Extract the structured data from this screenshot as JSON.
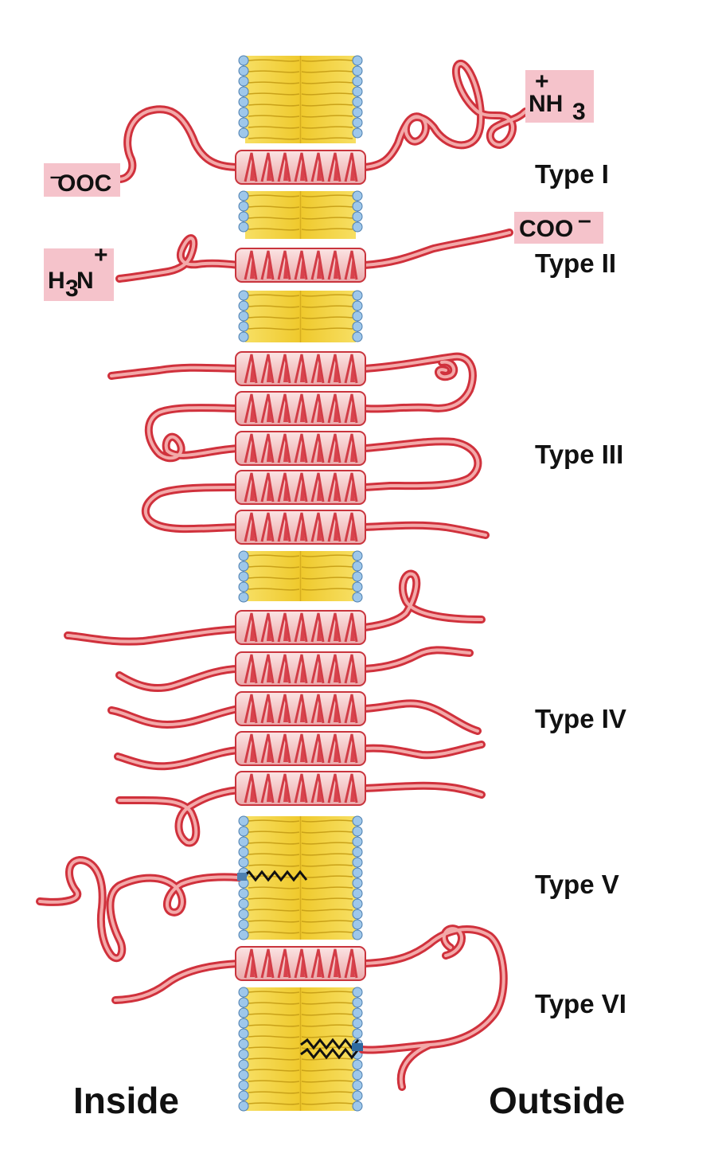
{
  "labels": {
    "inside": "Inside",
    "outside": "Outside",
    "types": [
      "Type I",
      "Type II",
      "Type III",
      "Type IV",
      "Type V",
      "Type VI"
    ]
  },
  "termini": {
    "type1_c": "⁻OOC",
    "type1_n": "N̅H₃",
    "type2_n": "H₃N",
    "type2_c": "COO⁻",
    "plus": "+",
    "nh3_n": "NH",
    "nh3_sub": "3",
    "h3n_h": "H",
    "h3n_sub": "3",
    "h3n_n": "N",
    "coo": "COO",
    "minus": "–",
    "ooc": "OOC"
  },
  "colors": {
    "strand": "#d0313c",
    "strand_light": "#f3a9a9",
    "bilayer": "#f2d23a",
    "head_group": "#9ec7ea",
    "label_box": "#f5c3cb"
  }
}
